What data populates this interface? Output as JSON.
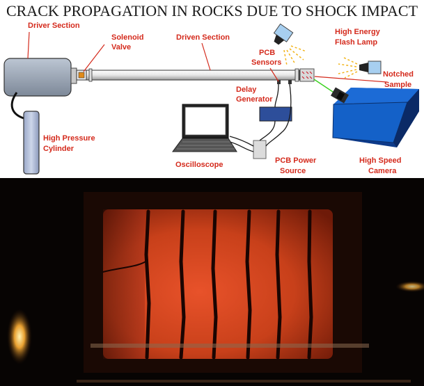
{
  "title": "CRACK PROPAGATION IN ROCKS DUE TO SHOCK IMPACT",
  "labels": {
    "driver_section": "Driver Section",
    "solenoid_valve_1": "Solenoid",
    "solenoid_valve_2": "Valve",
    "driven_section": "Driven Section",
    "high_energy_1": "High Energy",
    "high_energy_2": "Flash Lamp",
    "pcb_sensors_1": "PCB",
    "pcb_sensors_2": "Sensors",
    "notched_sample_1": "Notched",
    "notched_sample_2": "Sample",
    "delay_generator_1": "Delay",
    "delay_generator_2": "Generator",
    "high_pressure_1": "High Pressure",
    "high_pressure_2": "Cylinder",
    "oscilloscope": "Oscilloscope",
    "pcb_power_1": "PCB Power",
    "pcb_power_2": "Source",
    "high_speed_1": "High Speed",
    "high_speed_2": "Camera"
  },
  "colors": {
    "label_red": "#d42a1c",
    "camera_blue": "#1461c8",
    "delay_box_blue": "#2d4e9a",
    "rock_orange": "#c8401a"
  }
}
